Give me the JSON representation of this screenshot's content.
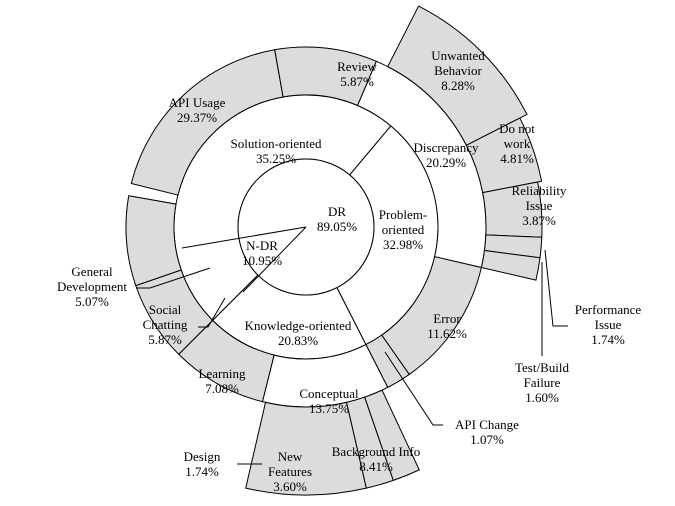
{
  "chart_data": {
    "type": "sunburst",
    "title": "",
    "rings": {
      "inner": [
        {
          "label": "DR",
          "value": "89.05%",
          "share": 89.05
        },
        {
          "label": "N-DR",
          "value": "10.95%",
          "share": 10.95
        }
      ],
      "middle": [
        {
          "label": "Solution-oriented",
          "value": "35.25%",
          "share": 35.25
        },
        {
          "label": "Problem-oriented",
          "value": "32.98%",
          "share": 32.98
        },
        {
          "label": "Knowledge-oriented",
          "value": "20.83%",
          "share": 20.83
        }
      ],
      "outer": [
        {
          "label": "API Usage",
          "value": "29.37%",
          "share": 29.37,
          "parent": "Solution-oriented"
        },
        {
          "label": "Review",
          "value": "5.87%",
          "share": 5.87,
          "parent": "Solution-oriented"
        },
        {
          "label": "Discrepancy",
          "value": "20.29%",
          "share": 20.29,
          "parent": "Problem-oriented"
        },
        {
          "label": "Error",
          "value": "11.62%",
          "share": 11.62,
          "parent": "Problem-oriented"
        },
        {
          "label": "API Change",
          "value": "1.07%",
          "share": 1.07,
          "parent": "Problem-oriented"
        },
        {
          "label": "Conceptual",
          "value": "13.75%",
          "share": 13.75,
          "parent": "Knowledge-oriented"
        },
        {
          "label": "Learning",
          "value": "7.08%",
          "share": 7.08,
          "parent": "Knowledge-oriented"
        },
        {
          "label": "General Development",
          "value": "5.07%",
          "share": 5.07,
          "parent": "N-DR"
        },
        {
          "label": "Social Chatting",
          "value": "5.87%",
          "share": 5.87,
          "parent": "N-DR"
        }
      ],
      "discrepancy_children": [
        {
          "label": "Unwanted Behavior",
          "value": "8.28%",
          "share": 8.28
        },
        {
          "label": "Do not work",
          "value": "4.81%",
          "share": 4.81
        },
        {
          "label": "Reliability Issue",
          "value": "3.87%",
          "share": 3.87
        },
        {
          "label": "Performance Issue",
          "value": "1.74%",
          "share": 1.74
        },
        {
          "label": "Test/Build Failure",
          "value": "1.60%",
          "share": 1.6
        }
      ],
      "conceptual_children": [
        {
          "label": "Design",
          "value": "1.74%",
          "share": 1.74
        },
        {
          "label": "New Features",
          "value": "3.60%",
          "share": 3.6
        },
        {
          "label": "Background Info",
          "value": "8.41%",
          "share": 8.41
        }
      ]
    },
    "colors": {
      "shaded": "#dcdcdc",
      "plain": "#ffffff",
      "stroke": "#000000"
    }
  }
}
